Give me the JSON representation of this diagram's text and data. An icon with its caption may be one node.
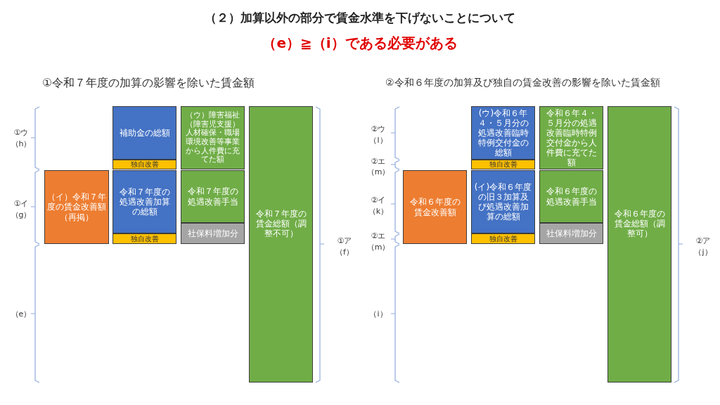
{
  "diagram": {
    "title": "（２）加算以外の部分で賃金水準を下げないことについて",
    "nodes": [
      {
        "text": [
          "（イ）令和７年度の賃金改善額（再掲）"
        ]
      },
      {
        "text": [
          "補助金の総額"
        ]
      },
      {
        "text": [
          "独自改善"
        ]
      },
      {
        "text": [
          "令和７年度の処遇改善加算の総額"
        ]
      },
      {
        "text": [
          "独自改善"
        ]
      },
      {
        "text": [
          "（ウ）障害福祉（障害児支援）人材確保・職場環境改善等事業から人件費に充てた額"
        ]
      },
      {
        "text": [
          "令和７年度の処遇改善手当"
        ]
      },
      {
        "text": [
          "社保料増加分"
        ]
      },
      {
        "text": [
          "令和７年度の賃金総額（調整不可）"
        ]
      },
      {
        "text": [
          "令和６年度の賃金改善額"
        ]
      },
      {
        "text": [
          "(ウ)令和６年４・５月分の処遇改善臨時特例交付金の総額"
        ]
      },
      {
        "text": [
          "独自改善"
        ]
      },
      {
        "text": [
          "(イ)令和６年度の旧３加算及び処遇改善加算の総額"
        ]
      },
      {
        "text": [
          "独自改善"
        ]
      },
      {
        "text": [
          "令和６年４・５月分の処遇改善臨時特例交付金から人件費に充てた額"
        ]
      },
      {
        "text": [
          "令和６年度の処遇改善手当"
        ]
      },
      {
        "text": [
          "社保料増加分"
        ]
      },
      {
        "text": [
          "令和６年度の賃金総額（調整可）"
        ]
      }
    ],
    "labels": [
      "（e）≧（i）である必要がある",
      "①令和７年度の加算の影響を除いた賃金額",
      "②令和６年度の加算及び独自の賃金改善の影響を除いた賃金額",
      "①ウ",
      "（h）",
      "①イ",
      "（g）",
      "（e）",
      "①ア",
      "（f）",
      "②ウ",
      "（l）",
      "②エ",
      "（m）",
      "②イ",
      "（k）",
      "②エ",
      "（m）",
      "（i）",
      "②ア",
      "（j）"
    ]
  }
}
